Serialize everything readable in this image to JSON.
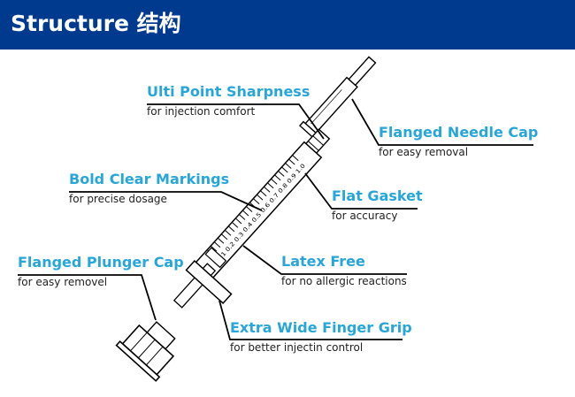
{
  "header": {
    "title": "Structure 结构",
    "background": "#003a8f"
  },
  "accent_color": "#27a6d9",
  "syringe": {
    "scale_marks": "0.1 0.2 0.3 0.4 0.5 0.6 0.7 0.8 0.9 1.0"
  },
  "labels": {
    "ulti_point": {
      "title": "Ulti Point Sharpness",
      "subtitle": "for injection comfort"
    },
    "needle_cap": {
      "title": "Flanged Needle Cap",
      "subtitle": "for easy removal"
    },
    "markings": {
      "title": "Bold Clear Markings",
      "subtitle": "for precise dosage"
    },
    "gasket": {
      "title": "Flat Gasket",
      "subtitle": "for accuracy"
    },
    "plunger_cap": {
      "title": "Flanged Plunger Cap",
      "subtitle": "for easy removel"
    },
    "latex": {
      "title": "Latex Free",
      "subtitle": "for no allergic reactions"
    },
    "finger_grip": {
      "title": "Extra Wide Finger Grip",
      "subtitle": "for better injectin control"
    }
  }
}
